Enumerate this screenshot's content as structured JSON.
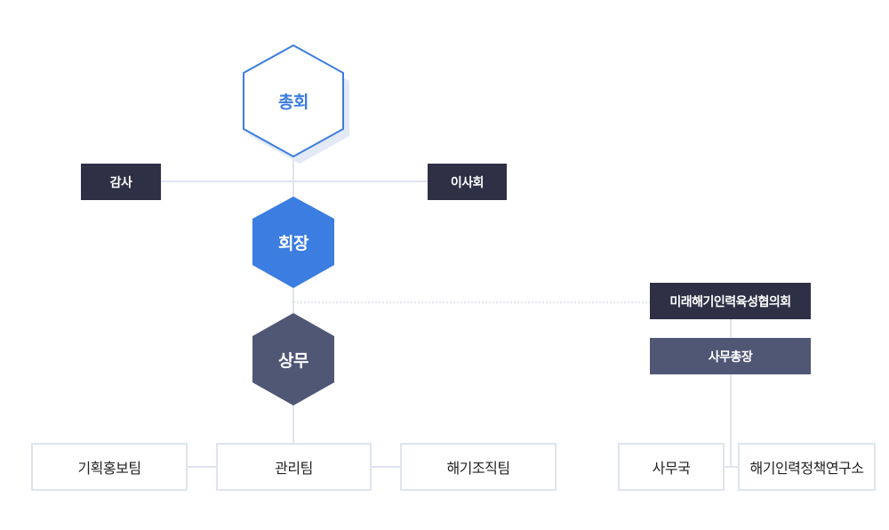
{
  "org": {
    "general_assembly": "총회",
    "auditor": "감사",
    "board": "이사회",
    "chairman": "회장",
    "executive_director": "상무",
    "teams": [
      "기획홍보팀",
      "관리팀",
      "해기조직팀"
    ],
    "council": "미래해기인력육성협의회",
    "secretary_general": "사무총장",
    "secretariat": "사무국",
    "research_institute": "해기인력정책연구소"
  },
  "colors": {
    "assembly_outline": "#3b7de0",
    "chairman_fill": "#3b7de0",
    "executive_fill": "#4f5775",
    "dark_box": "#2e3045",
    "slate_box": "#4f5775",
    "line": "#dfe4ee"
  }
}
